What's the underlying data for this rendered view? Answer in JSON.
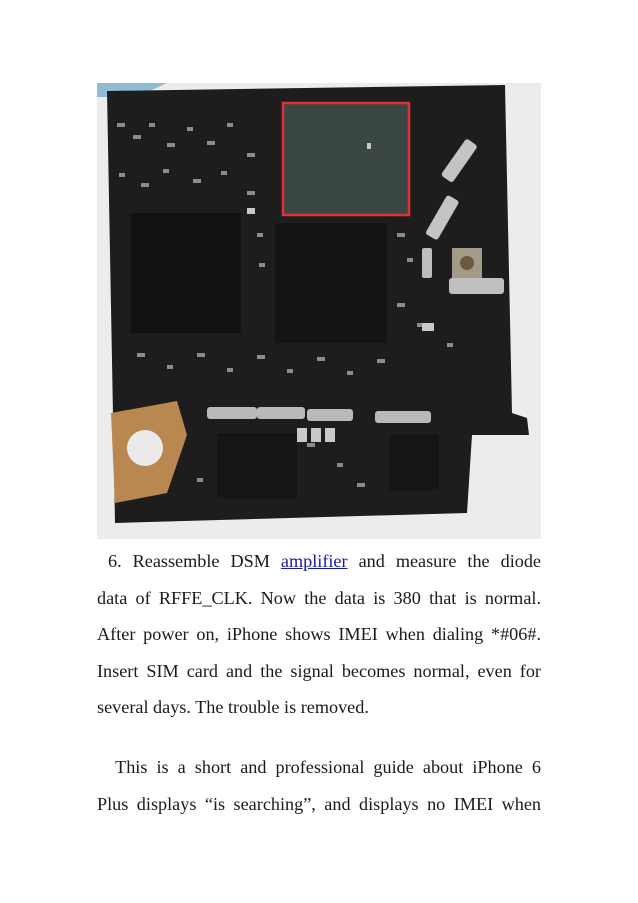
{
  "figure": {
    "description_icon": "circuit-board-photo"
  },
  "paragraph1": {
    "line1_pre": "6. Reassemble DSM ",
    "link": "amplifier",
    "line1_post": " and measure the diode",
    "line2": "data of RFFE_CLK. Now the data is 380 that is normal.",
    "line3": "After power on, iPhone shows IMEI when dialing *#06#.",
    "line4": "Insert SIM card and the signal becomes normal, even for",
    "line5": "several days. The trouble is removed."
  },
  "paragraph2": {
    "line1": "This is a short and professional guide about iPhone 6",
    "line2": "Plus displays “is searching”, and displays no IMEI when"
  },
  "colors": {
    "link": "#1a1aa6",
    "highlight_box": "#e0303a"
  }
}
